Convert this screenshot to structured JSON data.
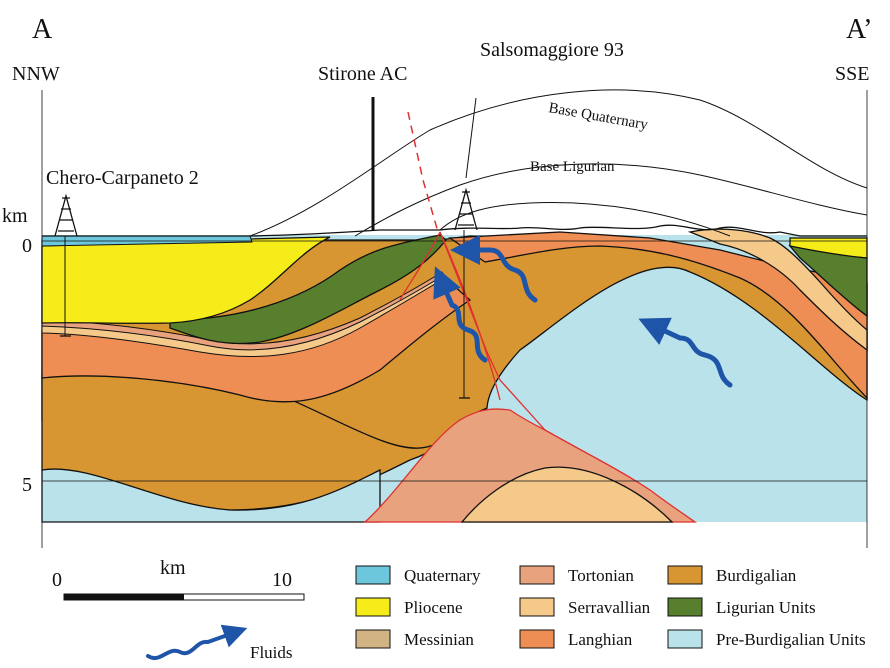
{
  "section": {
    "start_letter": "A",
    "end_letter": "A’",
    "start_direction": "NNW",
    "end_direction": "SSE"
  },
  "wells": {
    "stirone": "Stirone AC",
    "salsomaggiore": "Salsomaggiore 93",
    "chero": "Chero-Carpaneto 2"
  },
  "horizons": {
    "base_quaternary": "Base Quaternary",
    "base_ligurian": "Base Ligurian"
  },
  "depth_axis": {
    "unit": "km",
    "ticks": [
      "0",
      "5"
    ]
  },
  "scale_bar": {
    "unit": "km",
    "start": "0",
    "end": "10"
  },
  "fluids_label": "Fluids",
  "legend": [
    {
      "label": "Quaternary",
      "color": "#6cc6dc"
    },
    {
      "label": "Tortonian",
      "color": "#e8a27e"
    },
    {
      "label": "Burdigalian",
      "color": "#d89632"
    },
    {
      "label": "Pliocene",
      "color": "#f5ec1a"
    },
    {
      "label": "Serravallian",
      "color": "#f5c98a"
    },
    {
      "label": "Ligurian Units",
      "color": "#577f2d"
    },
    {
      "label": "Messinian",
      "color": "#d2b384"
    },
    {
      "label": "Langhian",
      "color": "#ee8e55"
    },
    {
      "label": "Pre-Burdigalian Units",
      "color": "#b9e2ea"
    }
  ]
}
